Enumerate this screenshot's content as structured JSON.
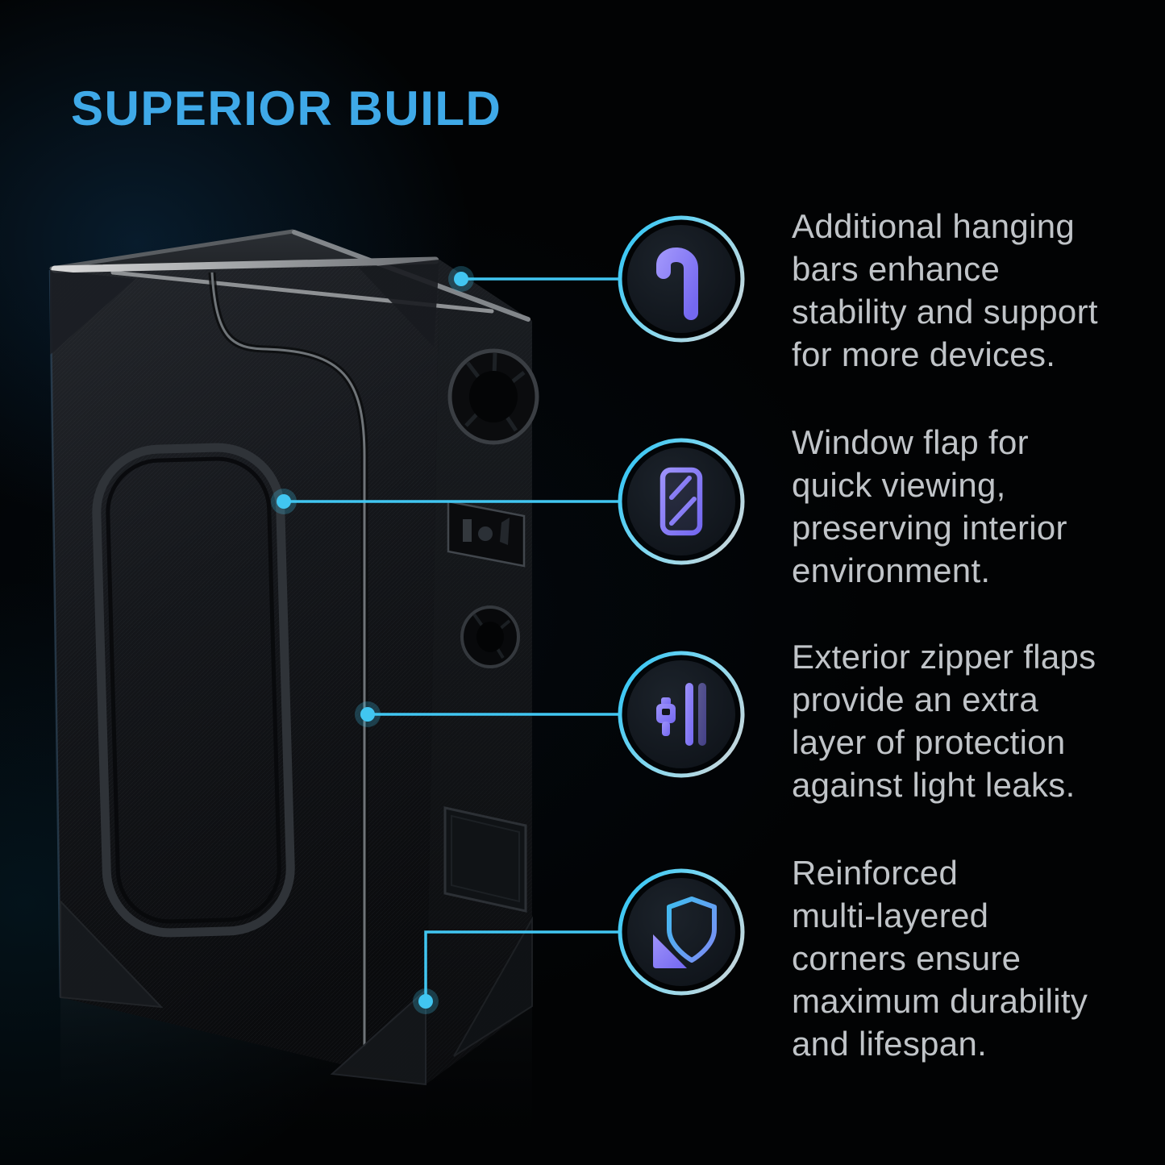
{
  "page": {
    "title": "SUPERIOR BUILD"
  },
  "colors": {
    "title_blue": "#3fa9e8",
    "accent_cyan": "#41c6f1",
    "icon_purple": "#8b7df5",
    "body_text": "#c0c4c8",
    "background": "#020304"
  },
  "illustration": {
    "subject": "grow tent 3D render with four callout points"
  },
  "features": [
    {
      "icon": "hanging-hook-icon",
      "lines": [
        "Additional hanging",
        "bars enhance",
        "stability and support",
        "for more devices."
      ]
    },
    {
      "icon": "window-flap-icon",
      "lines": [
        "Window flap for",
        "quick viewing,",
        "preserving interior",
        "environment."
      ]
    },
    {
      "icon": "zipper-icon",
      "lines": [
        "Exterior zipper flaps",
        "provide an extra",
        "layer of protection",
        "against light leaks."
      ]
    },
    {
      "icon": "corner-shield-icon",
      "lines": [
        "Reinforced",
        "multi-layered",
        "corners ensure",
        "maximum durability",
        "and lifespan."
      ]
    }
  ]
}
